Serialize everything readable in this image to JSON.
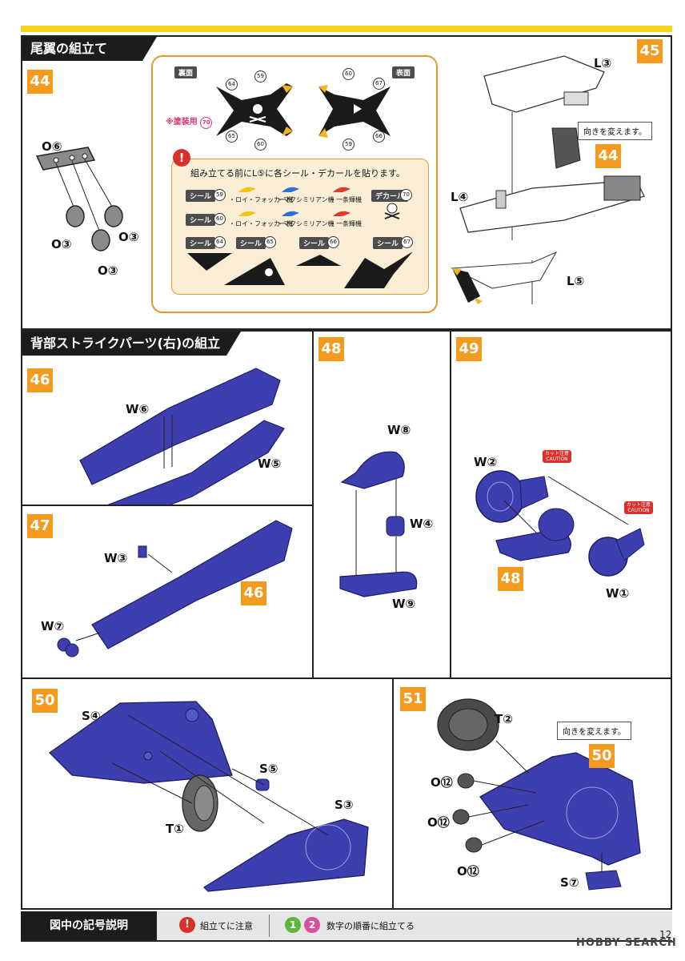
{
  "page": {
    "number": "12",
    "watermark": "HOBBY SEARCH"
  },
  "sections": {
    "tail": {
      "title": "尾翼の組立て"
    },
    "strike": {
      "title": "背部ストライクパーツ(右)の組立て"
    }
  },
  "steps": {
    "s44": {
      "number": "44",
      "parts": [
        "O⑥",
        "O③",
        "O③",
        "O③"
      ]
    },
    "s45": {
      "number": "45",
      "parts": [
        "L③",
        "L④",
        "L⑤"
      ],
      "callout": "向きを変えます。",
      "ref": "44"
    },
    "s46": {
      "number": "46",
      "parts": [
        "W⑥",
        "W⑤"
      ]
    },
    "s47": {
      "number": "47",
      "parts": [
        "W③",
        "W⑦"
      ],
      "ref": "46"
    },
    "s48": {
      "number": "48",
      "parts": [
        "W⑧",
        "W④",
        "W⑨"
      ]
    },
    "s49": {
      "number": "49",
      "parts": [
        "W②",
        "W①"
      ],
      "ref": "48",
      "caution_jp": "カット注意",
      "caution_en": "CAUTION"
    },
    "s50": {
      "number": "50",
      "parts": [
        "S④",
        "S⑤",
        "S③",
        "T①"
      ]
    },
    "s51": {
      "number": "51",
      "parts": [
        "T②",
        "O⑫",
        "O⑫",
        "O⑫",
        "S⑦"
      ],
      "callout": "向きを変えます。",
      "ref": "50"
    }
  },
  "decal_box": {
    "back_label": "裏面",
    "front_label": "表面",
    "paint_label": "※塗装用",
    "paint_num": "70",
    "warning": "組み立てる前にL⑤に各シール・デカールを貼ります。",
    "back_nums": [
      "64",
      "59",
      "65",
      "60"
    ],
    "front_nums": [
      "60",
      "67",
      "66",
      "59"
    ],
    "seal_label": "シール",
    "decal_label": "デカール",
    "row1": {
      "num": "59",
      "items": [
        "・ロイ・フォッカー機",
        "・マクシミリアン機",
        "・一条輝機"
      ]
    },
    "row2": {
      "num": "60",
      "items": [
        "・ロイ・フォッカー機",
        "・マクシミリアン機",
        "・一条輝機"
      ]
    },
    "decal_num": "70",
    "row3": [
      "64",
      "65",
      "66",
      "67"
    ]
  },
  "legend": {
    "title": "図中の記号説明",
    "caution_icon": "!",
    "caution_text": "組立てに注意",
    "order_1": "1",
    "order_2": "2",
    "order_text": "数字の順番に組立てる"
  },
  "colors": {
    "accent": "#f39a1f",
    "blue": "#3d3fb0",
    "yellow": "#f5d51c",
    "gray": "#8a8a8a"
  }
}
